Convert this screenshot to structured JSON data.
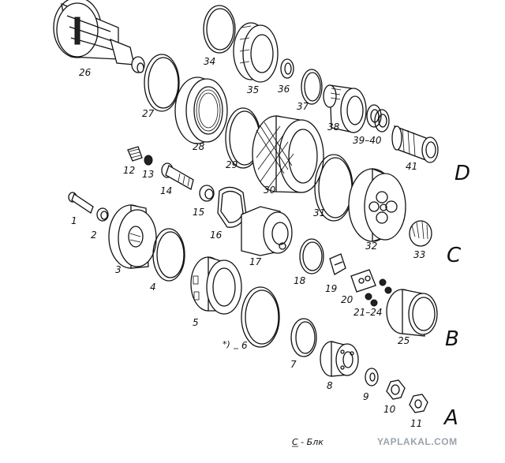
{
  "diagram": {
    "part_labels": {
      "p1": "1",
      "p2": "2",
      "p3": "3",
      "p4": "4",
      "p5": "5",
      "p6": "6",
      "p7": "7",
      "p8": "8",
      "p9": "9",
      "p10": "10",
      "p11": "11",
      "p12": "12",
      "p13": "13",
      "p14": "14",
      "p15": "15",
      "p16": "16",
      "p17": "17",
      "p18": "18",
      "p19": "19",
      "p20": "20",
      "p21": "21–24",
      "p25": "25",
      "p26": "26",
      "p27": "27",
      "p28": "28",
      "p29": "29",
      "p30": "30",
      "p31": "31",
      "p32": "32",
      "p33": "33",
      "p34": "34",
      "p35": "35",
      "p36": "36",
      "p37": "37",
      "p38": "38",
      "p39": "39–40",
      "p41": "41"
    },
    "group_labels": {
      "a": "A",
      "b": "B",
      "c": "C",
      "d": "D"
    },
    "note_star": "*)",
    "legend_text": "С - Блк"
  },
  "watermark": "YAPLAKAL.COM"
}
